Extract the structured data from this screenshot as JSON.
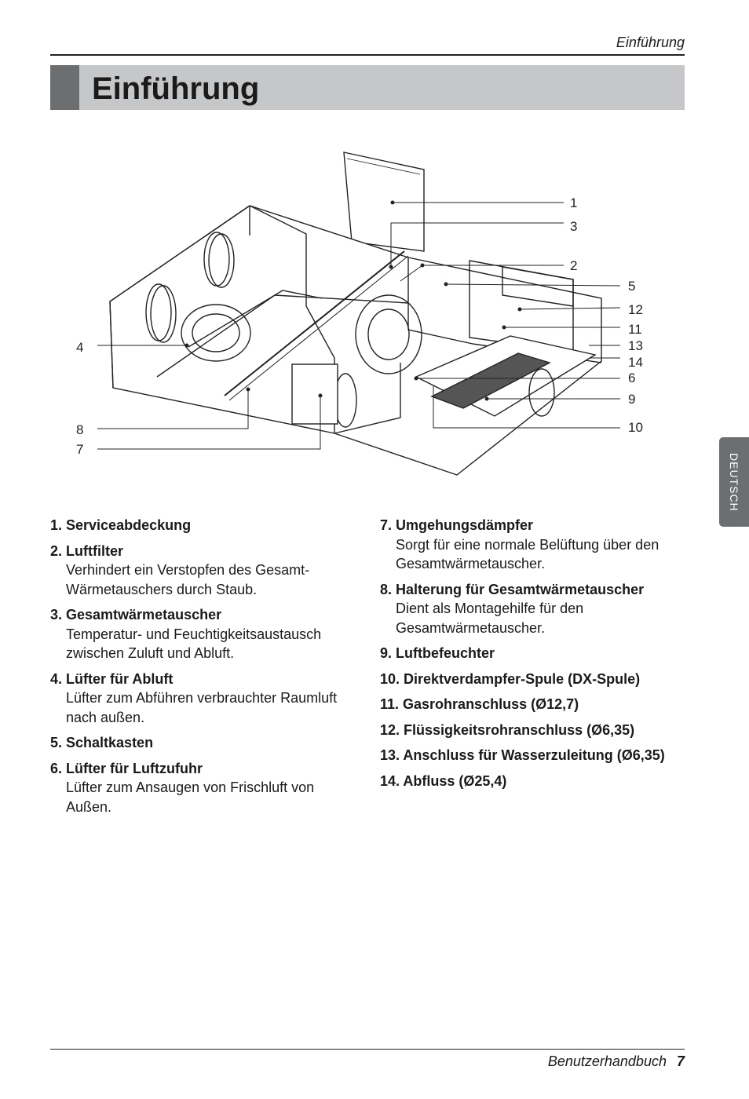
{
  "header": {
    "running_title": "Einführung"
  },
  "title": "Einführung",
  "side_tab": "DEUTSCH",
  "diagram": {
    "callouts": [
      "1",
      "3",
      "2",
      "5",
      "12",
      "11",
      "13",
      "14",
      "6",
      "9",
      "10",
      "4",
      "8",
      "7"
    ]
  },
  "parts_left": [
    {
      "title": "1. Serviceabdeckung",
      "desc": ""
    },
    {
      "title": "2. Luftfilter",
      "desc": "Verhindert ein Verstopfen des Gesamt-Wärmetauschers durch Staub."
    },
    {
      "title": "3. Gesamtwärmetauscher",
      "desc": "Temperatur- und Feuchtigkeitsaustausch zwischen Zuluft und Abluft."
    },
    {
      "title": "4. Lüfter für Abluft",
      "desc": "Lüfter zum Abführen verbrauchter Raumluft nach außen."
    },
    {
      "title": "5. Schaltkasten",
      "desc": ""
    },
    {
      "title": "6. Lüfter für Luftzufuhr",
      "desc": "Lüfter zum Ansaugen von Frischluft von Außen."
    }
  ],
  "parts_right": [
    {
      "title": "7. Umgehungsdämpfer",
      "desc": "Sorgt für eine normale Belüftung über den Gesamtwärmetauscher."
    },
    {
      "title": "8. Halterung für Gesamtwärmetauscher",
      "desc": "Dient als Montagehilfe für den Gesamtwärmetauscher."
    },
    {
      "title": "9. Luftbefeuchter",
      "desc": ""
    },
    {
      "title": "10. Direktverdampfer-Spule (DX-Spule)",
      "desc": ""
    },
    {
      "title": "11. Gasrohranschluss (Ø12,7)",
      "desc": ""
    },
    {
      "title": "12. Flüssigkeitsrohranschluss (Ø6,35)",
      "desc": ""
    },
    {
      "title": "13. Anschluss für Wasserzuleitung (Ø6,35)",
      "desc": ""
    },
    {
      "title": "14. Abfluss (Ø25,4)",
      "desc": ""
    }
  ],
  "footer": {
    "label": "Benutzerhandbuch",
    "page": "7"
  }
}
